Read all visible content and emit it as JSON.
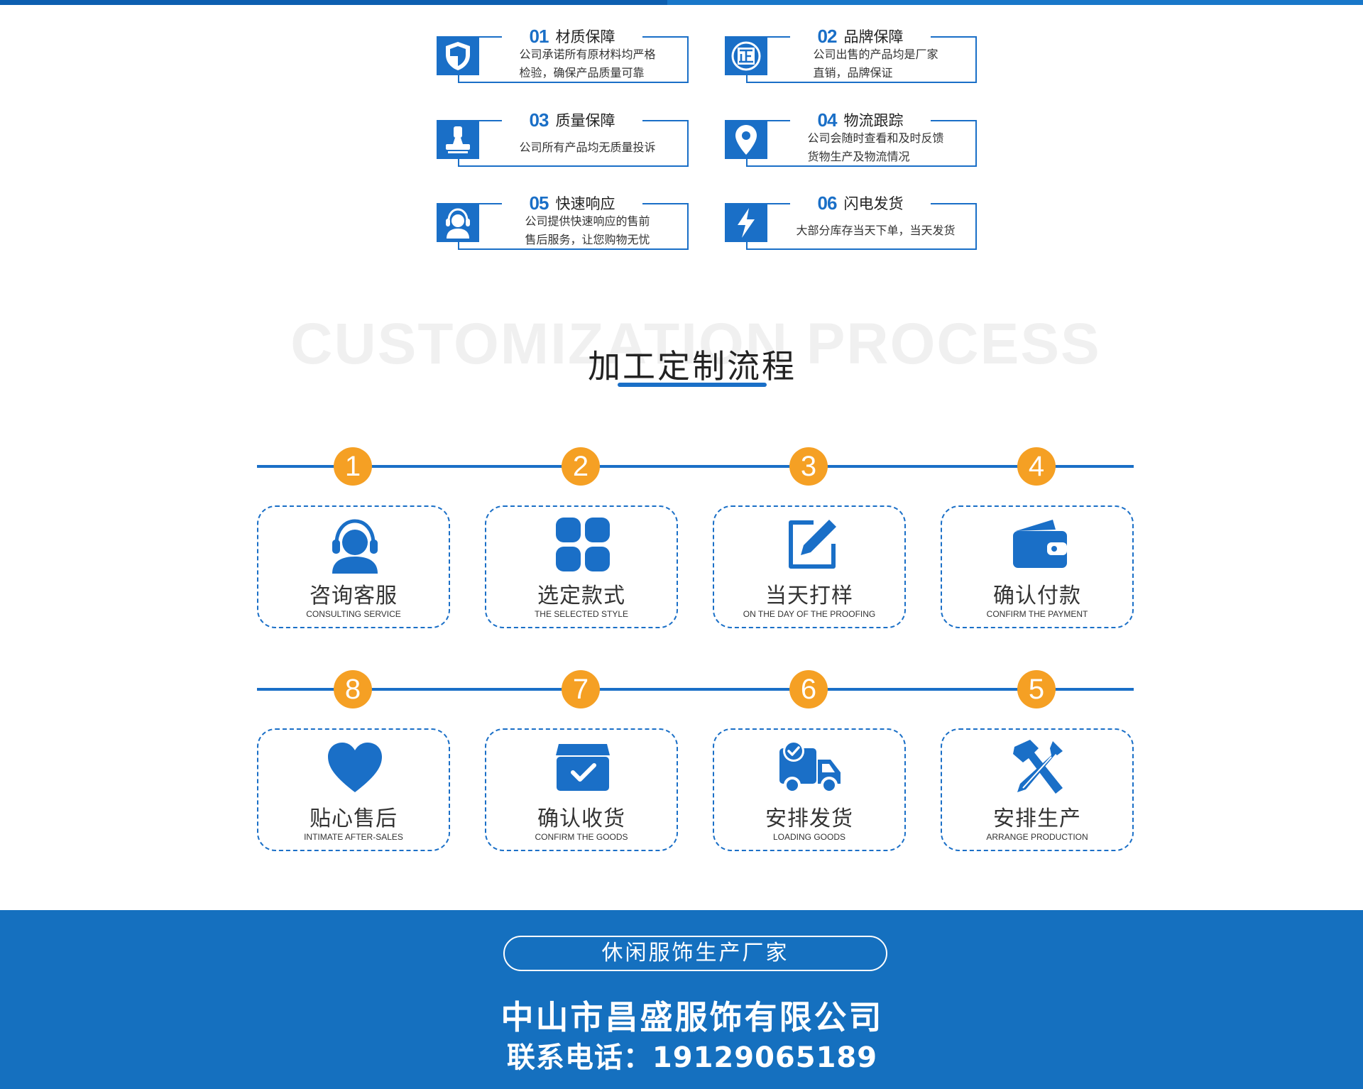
{
  "colors": {
    "brand": "#1a6fc7",
    "badge": "#f5a024",
    "footer": "#1570bf"
  },
  "guarantees": [
    {
      "num": "01",
      "title": "材质保障",
      "lines": [
        "公司承诺所有原材料均严格",
        "检验，确保产品质量可靠"
      ],
      "icon": "shield-icon"
    },
    {
      "num": "02",
      "title": "品牌保障",
      "lines": [
        "公司出售的产品均是厂家",
        "直销，品牌保证"
      ],
      "icon": "zheng-seal-icon"
    },
    {
      "num": "03",
      "title": "质量保障",
      "lines": [
        "公司所有产品均无质量投诉"
      ],
      "icon": "stamp-icon"
    },
    {
      "num": "04",
      "title": "物流跟踪",
      "lines": [
        "公司会随时查看和及时反馈",
        "货物生产及物流情况"
      ],
      "icon": "location-pin-icon"
    },
    {
      "num": "05",
      "title": "快速响应",
      "lines": [
        "公司提供快速响应的售前",
        "售后服务，让您购物无忧"
      ],
      "icon": "headset-user-icon"
    },
    {
      "num": "06",
      "title": "闪电发货",
      "lines": [
        "大部分库存当天下单，当天发货"
      ],
      "icon": "lightning-icon"
    }
  ],
  "section": {
    "watermark": "CUSTOMIZATION PROCESS",
    "title": "加工定制流程"
  },
  "steps": [
    {
      "num": "1",
      "cn": "咨询客服",
      "en": "CONSULTING SERVICE",
      "icon": "headset-icon"
    },
    {
      "num": "2",
      "cn": "选定款式",
      "en": "THE SELECTED STYLE",
      "icon": "grid-icon"
    },
    {
      "num": "3",
      "cn": "当天打样",
      "en": "ON THE DAY OF THE PROOFING",
      "icon": "edit-icon"
    },
    {
      "num": "4",
      "cn": "确认付款",
      "en": "CONFIRM THE PAYMENT",
      "icon": "wallet-icon"
    },
    {
      "num": "8",
      "cn": "贴心售后",
      "en": "INTIMATE AFTER-SALES",
      "icon": "heart-icon"
    },
    {
      "num": "7",
      "cn": "确认收货",
      "en": "CONFIRM THE GOODS",
      "icon": "box-check-icon"
    },
    {
      "num": "6",
      "cn": "安排发货",
      "en": "LOADING GOODS",
      "icon": "truck-icon"
    },
    {
      "num": "5",
      "cn": "安排生产",
      "en": "ARRANGE PRODUCTION",
      "icon": "tools-icon"
    }
  ],
  "footer": {
    "tagline": "休闲服饰生产厂家",
    "company": "中山市昌盛服饰有限公司",
    "phone": "联系电话：19129065189"
  }
}
